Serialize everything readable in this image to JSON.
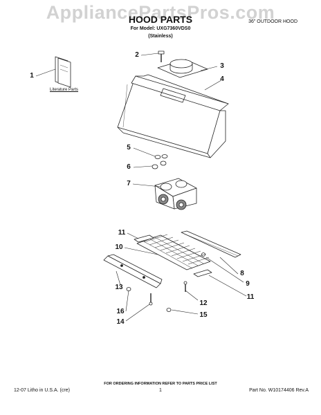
{
  "watermark": "AppliancePartsPros.com",
  "header": {
    "title": "HOOD PARTS",
    "model_line": "For Model: UXG7360VDS0",
    "variant": "(Stainless)",
    "product": "36\" OUTDOOR HOOD"
  },
  "literature_label": "Literature Parts",
  "callouts": [
    "1",
    "2",
    "3",
    "4",
    "5",
    "6",
    "7",
    "8",
    "9",
    "10",
    "11",
    "11",
    "12",
    "13",
    "14",
    "15",
    "16"
  ],
  "footer": {
    "order_note": "FOR ORDERING INFORMATION REFER TO PARTS PRICE LIST",
    "litho": "12-07 Litho in U.S.A. (cre)",
    "page": "1",
    "part_no": "Part No. W10174406 Rev.A"
  }
}
